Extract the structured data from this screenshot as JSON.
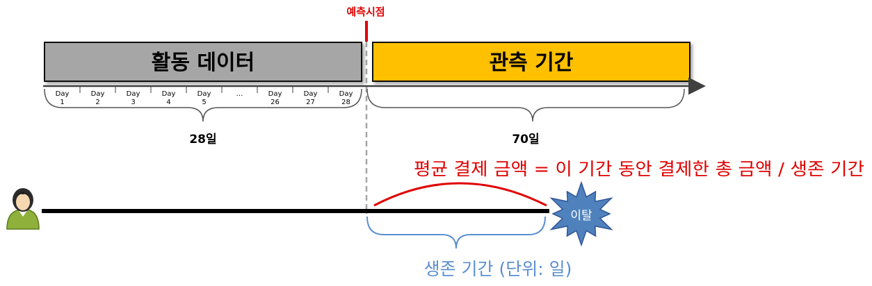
{
  "prediction_point": {
    "label": "예측시점",
    "color": "#e00000"
  },
  "activity_box": {
    "label": "활동 데이터",
    "fill": "#a6a6a6"
  },
  "observation_box": {
    "label": "관측 기간",
    "fill": "#ffc000"
  },
  "days": [
    {
      "top": "Day",
      "num": "1"
    },
    {
      "top": "Day",
      "num": "2"
    },
    {
      "top": "Day",
      "num": "3"
    },
    {
      "top": "Day",
      "num": "4"
    },
    {
      "top": "Day",
      "num": "5"
    },
    {
      "top": "…",
      "num": ""
    },
    {
      "top": "Day",
      "num": "26"
    },
    {
      "top": "Day",
      "num": "27"
    },
    {
      "top": "Day",
      "num": "28"
    }
  ],
  "span_activity": "28일",
  "span_observation": "70일",
  "formula": {
    "text": "평균 결제 금액 = 이 기간 동안 결제한 총 금액 / 생존 기간",
    "color": "#e00000"
  },
  "churn": {
    "label": "이탈",
    "fill": "#4f81bd"
  },
  "survival": {
    "text": "생존 기간 (단위: 일)",
    "color": "#5b8fd0"
  },
  "user_icon": "user-icon"
}
